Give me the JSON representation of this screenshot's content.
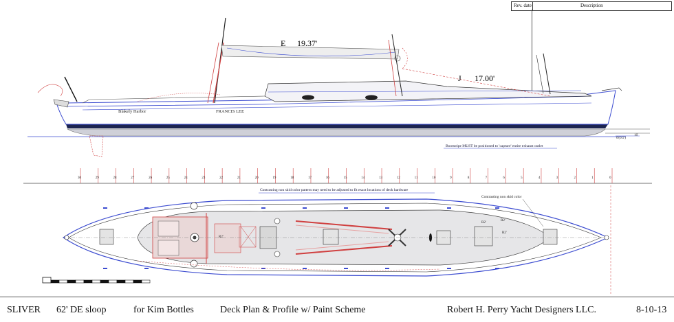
{
  "revision_table": {
    "col_date": "Rev. date",
    "col_description": "Description"
  },
  "profile": {
    "dim_e": "E",
    "dim_e_value": "19.37'",
    "dim_j": "J",
    "dim_j_value": "17.00'",
    "hull_name": "FRANCIS LEE",
    "hailing_port": "Blakely Harbor",
    "bootstripe_note": "Bootstripe MUST be positioned to 'capture' entire exhaust outlet",
    "stem_mark": "0'(0.5')",
    "transom_mark": "16'"
  },
  "stations": [
    "30",
    "29",
    "28",
    "27",
    "26",
    "25",
    "24",
    "23",
    "22",
    "21",
    "20",
    "19",
    "18",
    "17",
    "16",
    "15",
    "14",
    "13",
    "12",
    "11",
    "10",
    "9",
    "8",
    "7",
    "6",
    "5",
    "4",
    "3",
    "2",
    "1",
    "0"
  ],
  "deck_plan": {
    "nonskid_note": "Contrasting non skid color pattern may need to be adjusted to fit exact locations of deck hardware",
    "nonskid_label": "Contrasting non skid color",
    "radius_labels": [
      "R2'",
      "R2'",
      "R2'",
      "R2'"
    ]
  },
  "title_block": {
    "boat": "SLIVER",
    "type": "62' DE sloop",
    "client": "for  Kim Bottles",
    "sheet": "Deck Plan  & Profile w/ Paint Scheme",
    "designer": "Robert H. Perry Yacht Designers LLC.",
    "date": "8-10-13"
  }
}
